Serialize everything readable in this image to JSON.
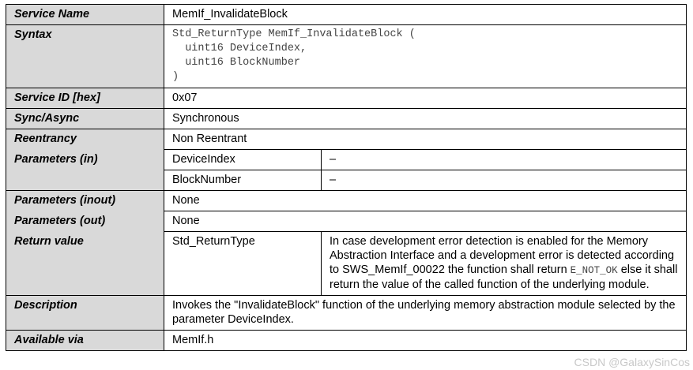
{
  "rows": {
    "service_name": {
      "label": "Service Name",
      "value": "MemIf_InvalidateBlock"
    },
    "syntax": {
      "label": "Syntax",
      "lines": [
        "Std_ReturnType MemIf_InvalidateBlock (",
        "  uint16 DeviceIndex,",
        "  uint16 BlockNumber",
        ")"
      ]
    },
    "service_id": {
      "label": "Service ID [hex]",
      "value": "0x07"
    },
    "sync": {
      "label": "Sync/Async",
      "value": "Synchronous"
    },
    "reentrancy": {
      "label": "Reentrancy",
      "value": "Non Reentrant"
    },
    "params_in": {
      "label": "Parameters (in)",
      "p1_name": "DeviceIndex",
      "p1_desc": "–",
      "p2_name": "BlockNumber",
      "p2_desc": "–"
    },
    "params_inout": {
      "label": "Parameters (inout)",
      "value": "None"
    },
    "params_out": {
      "label": "Parameters (out)",
      "value": "None"
    },
    "return_value": {
      "label": "Return value",
      "type": "Std_ReturnType",
      "desc_part1": "In case development error detection is enabled for the Memory Abstraction Interface and a development error is detected according to SWS_MemIf_00022 the function shall return ",
      "desc_code": "E_NOT_OK",
      "desc_part2": " else it shall return the value of the called function of the underlying module."
    },
    "description": {
      "label": "Description",
      "value": "Invokes the \"InvalidateBlock\" function of the underlying memory abstraction module selected by the parameter DeviceIndex."
    },
    "available_via": {
      "label": "Available via",
      "value": "MemIf.h"
    }
  },
  "watermark": "CSDN @GalaxySinCos"
}
